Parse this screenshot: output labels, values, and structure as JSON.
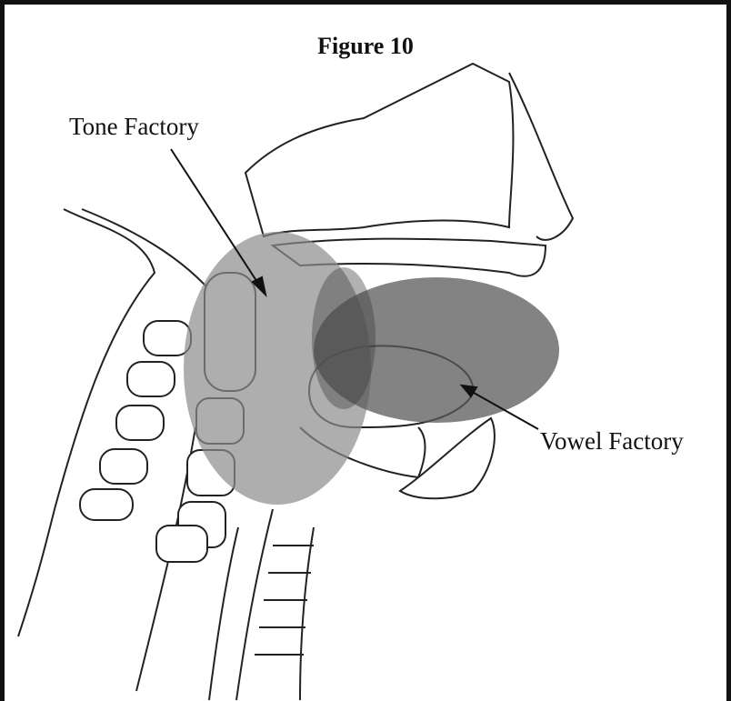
{
  "figure": {
    "title": "Figure 10",
    "labels": {
      "tone": "Tone Factory",
      "vowel": "Vowel Factory"
    }
  },
  "style": {
    "ink": "#111111",
    "shade_light": "#8c8c8c",
    "shade_dark": "#5a5a5a"
  }
}
